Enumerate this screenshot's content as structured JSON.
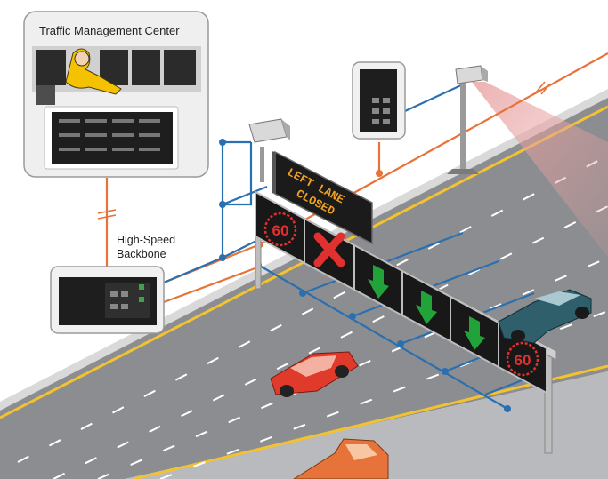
{
  "tmc": {
    "title": "Traffic Management Center"
  },
  "backbone": {
    "line1": "High-Speed",
    "line2": "Backbone"
  },
  "vms": {
    "line1": "LEFT LANE",
    "line2": "CLOSED"
  },
  "speed_signs": {
    "left": "60",
    "right": "60"
  },
  "lane_signals": [
    "red-x-icon",
    "green-down-arrow-icon",
    "green-down-arrow-icon",
    "green-down-arrow-icon",
    "green-down-arrow-icon"
  ],
  "colors": {
    "fiber": "#e8733a",
    "copper": "#2a6fb0",
    "road": "#8c8d90",
    "lane_edge": "#f2c230",
    "amber_text": "#f0a020",
    "signal_green": "#22a33a",
    "signal_red": "#e03030"
  }
}
